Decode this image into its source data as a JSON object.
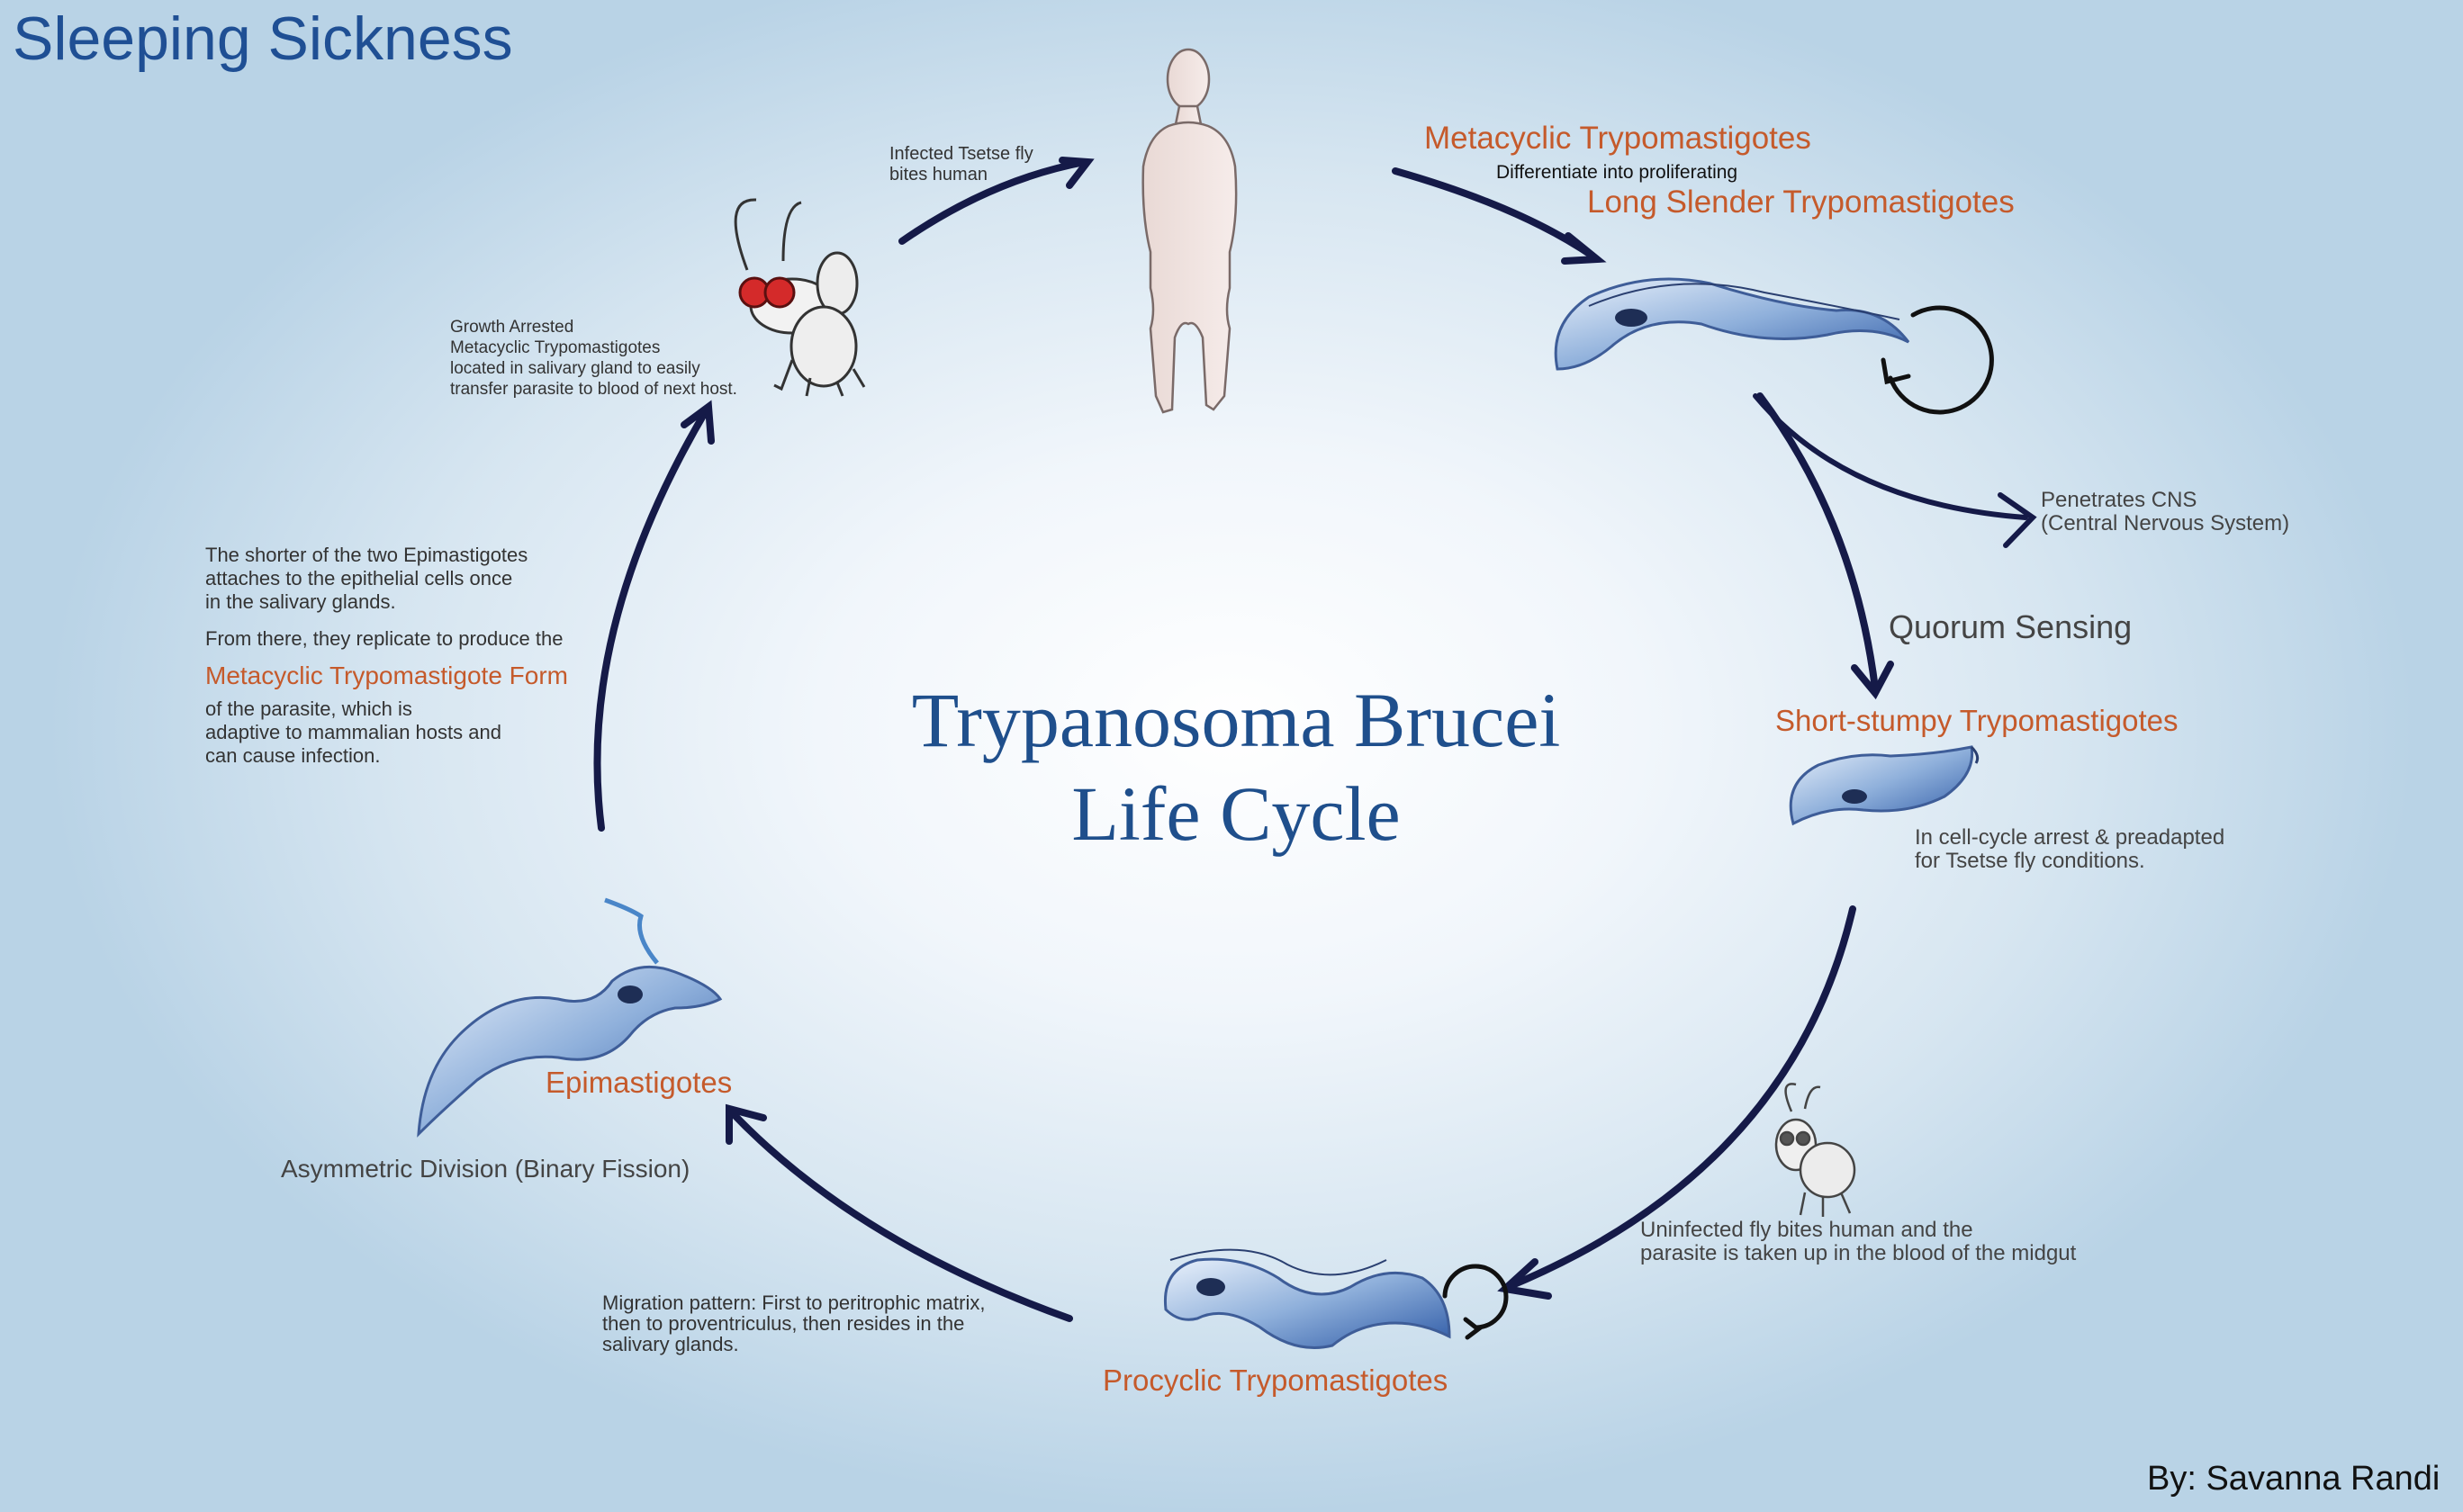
{
  "page_title": "Sleeping Sickness",
  "center_title": {
    "line1": "Trypanosoma Brucei",
    "line2": "Life Cycle"
  },
  "author": "By: Savanna Randi",
  "stages": {
    "metacyclic": "Metacyclic Trypomastigotes",
    "differentiate": "Differentiate into proliferating",
    "long_slender": "Long Slender Trypomastigotes",
    "quorum": "Quorum Sensing",
    "short_stumpy": "Short-stumpy Trypomastigotes",
    "procyclic": "Procyclic Trypomastigotes",
    "epimastigotes": "Epimastigotes",
    "asymmetric": "Asymmetric Division (Binary Fission)"
  },
  "notes": {
    "infected_fly": "Infected Tsetse fly\nbites human",
    "growth_arrested": "Growth Arrested\nMetacyclic Trypomastigotes\nlocated in salivary gland to easily\ntransfer parasite to blood of next host.",
    "penetrates": "Penetrates CNS\n(Central Nervous System)",
    "cell_cycle": "In cell-cycle arrest & preadapted\nfor Tsetse fly  conditions.",
    "uninfected": "Uninfected fly bites human and the\n parasite is taken up in the blood of the midgut",
    "migration": "Migration pattern: First to peritrophic matrix,\n then to proventriculus, then resides in the\n salivary glands.",
    "epi_para1": "The shorter of the two Epimastigotes\nattaches to the epithelial cells once\n in the salivary glands.",
    "epi_para2": "From there, they replicate to produce the",
    "epi_form": "Metacyclic Trypomastigote Form",
    "epi_para3": "of the parasite, which is\nadaptive to mammalian hosts and\ncan cause infection."
  },
  "colors": {
    "title_blue": "#1f4f94",
    "stage_orange": "#c55a2b",
    "arrow_navy": "#151a48"
  }
}
